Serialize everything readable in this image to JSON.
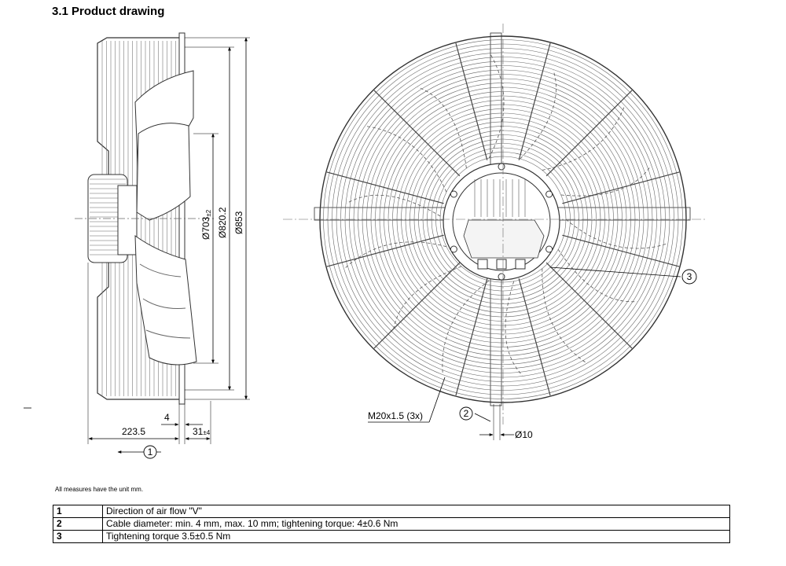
{
  "section_title": "3.1 Product drawing",
  "dimensions": {
    "d_703": "Ø703",
    "d_703_sub": "±2",
    "d_820": "Ø820.2",
    "d_853": "Ø853",
    "dim_4": "4",
    "dim_223": "223.5",
    "dim_31": "31",
    "dim_31_tol": "±4",
    "thread": "M20x1.5 (3x)",
    "d_10": "Ø10"
  },
  "callouts": {
    "one": "1",
    "two": "2",
    "three": "3"
  },
  "unit_note": "All measures have the unit mm.",
  "legend": [
    {
      "num": "1",
      "text": "Direction of air flow \"V\""
    },
    {
      "num": "2",
      "text": "Cable diameter: min. 4 mm, max. 10 mm; tightening torque: 4±0.6 Nm"
    },
    {
      "num": "3",
      "text": "Tightening torque 3.5±0.5 Nm"
    }
  ]
}
